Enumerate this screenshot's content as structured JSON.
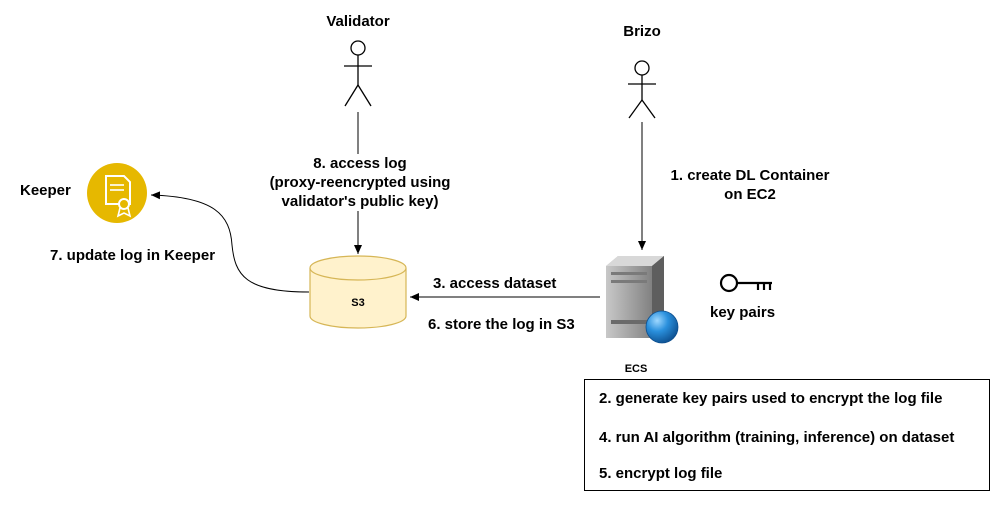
{
  "actors": {
    "validator": "Validator",
    "brizo": "Brizo",
    "keeper": "Keeper"
  },
  "storage": {
    "s3": "S3"
  },
  "compute": {
    "ecs": "ECS"
  },
  "key_label": "key pairs",
  "edges": {
    "access_log_line1": "8. access log",
    "access_log_line2": "(proxy-reencrypted using",
    "access_log_line3": "validator's public key)",
    "create_container_line1": "1. create DL Container",
    "create_container_line2": "on EC2",
    "update_log": "7. update log in Keeper",
    "access_dataset": "3. access dataset",
    "store_log": "6. store the log in S3"
  },
  "steps": [
    "2. generate key pairs used to encrypt the log file",
    "4. run AI algorithm (training, inference) on dataset",
    "5. encrypt log file"
  ],
  "colors": {
    "keeper_icon": "#E6B800",
    "s3_fill": "#FFF2CC",
    "s3_stroke": "#D6B656",
    "server_body": "#9A9A9A",
    "globe": "#1E88D6"
  }
}
